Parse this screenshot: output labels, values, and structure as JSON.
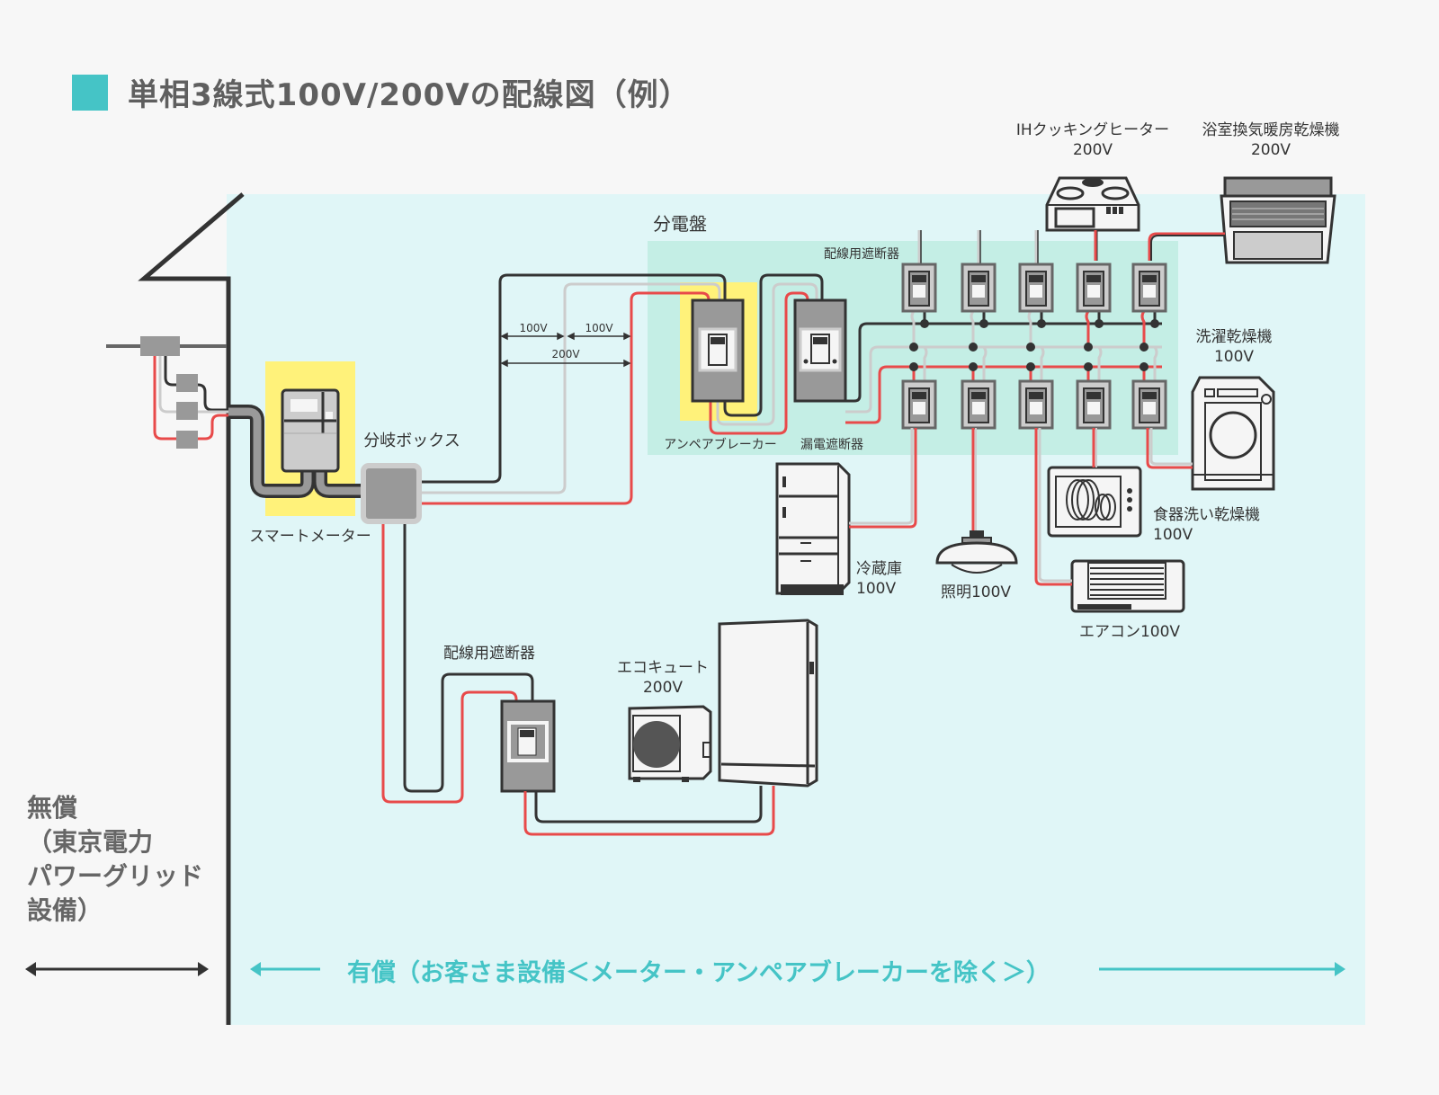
{
  "title": "単相3線式100V/200Vの配線図（例）",
  "colors": {
    "accent": "#45c4c6",
    "inside_bg": "#e0f6f7",
    "panel_bg": "#c4eee5",
    "highlight": "#fff27a",
    "wire_black": "#333333",
    "wire_gray": "#cccccc",
    "wire_red": "#e84a4a"
  },
  "labels": {
    "smart_meter": "スマートメーター",
    "branch_box": "分岐ボックス",
    "distribution_board": "分電盤",
    "ampere_breaker": "アンペアブレーカー",
    "earth_leakage_breaker": "漏電遮断器",
    "panel_circuit_breakers": "配線用遮断器",
    "ecocute_breaker": "配線用遮断器",
    "voltage_100v_left": "100V",
    "voltage_100v_right": "100V",
    "voltage_200v": "200V"
  },
  "appliances": [
    {
      "id": "ih",
      "name": "IHクッキングヒーター",
      "voltage": "200V"
    },
    {
      "id": "bath",
      "name": "浴室換気暖房乾燥機",
      "voltage": "200V"
    },
    {
      "id": "washer",
      "name": "洗濯乾燥機",
      "voltage": "100V"
    },
    {
      "id": "dish",
      "name": "食器洗い乾燥機",
      "voltage": "100V"
    },
    {
      "id": "fridge",
      "name": "冷蔵庫",
      "voltage": "100V"
    },
    {
      "id": "light",
      "name": "照明100V",
      "voltage": ""
    },
    {
      "id": "aircon",
      "name": "エアコン100V",
      "voltage": ""
    },
    {
      "id": "ecocute",
      "name": "エコキュート",
      "voltage": "200V"
    }
  ],
  "footer": {
    "free_lines": [
      "無償",
      "（東京電力",
      "パワーグリッド",
      "設備）"
    ],
    "paid": "有償（お客さま設備＜メーター・アンペアブレーカーを除く＞）"
  }
}
